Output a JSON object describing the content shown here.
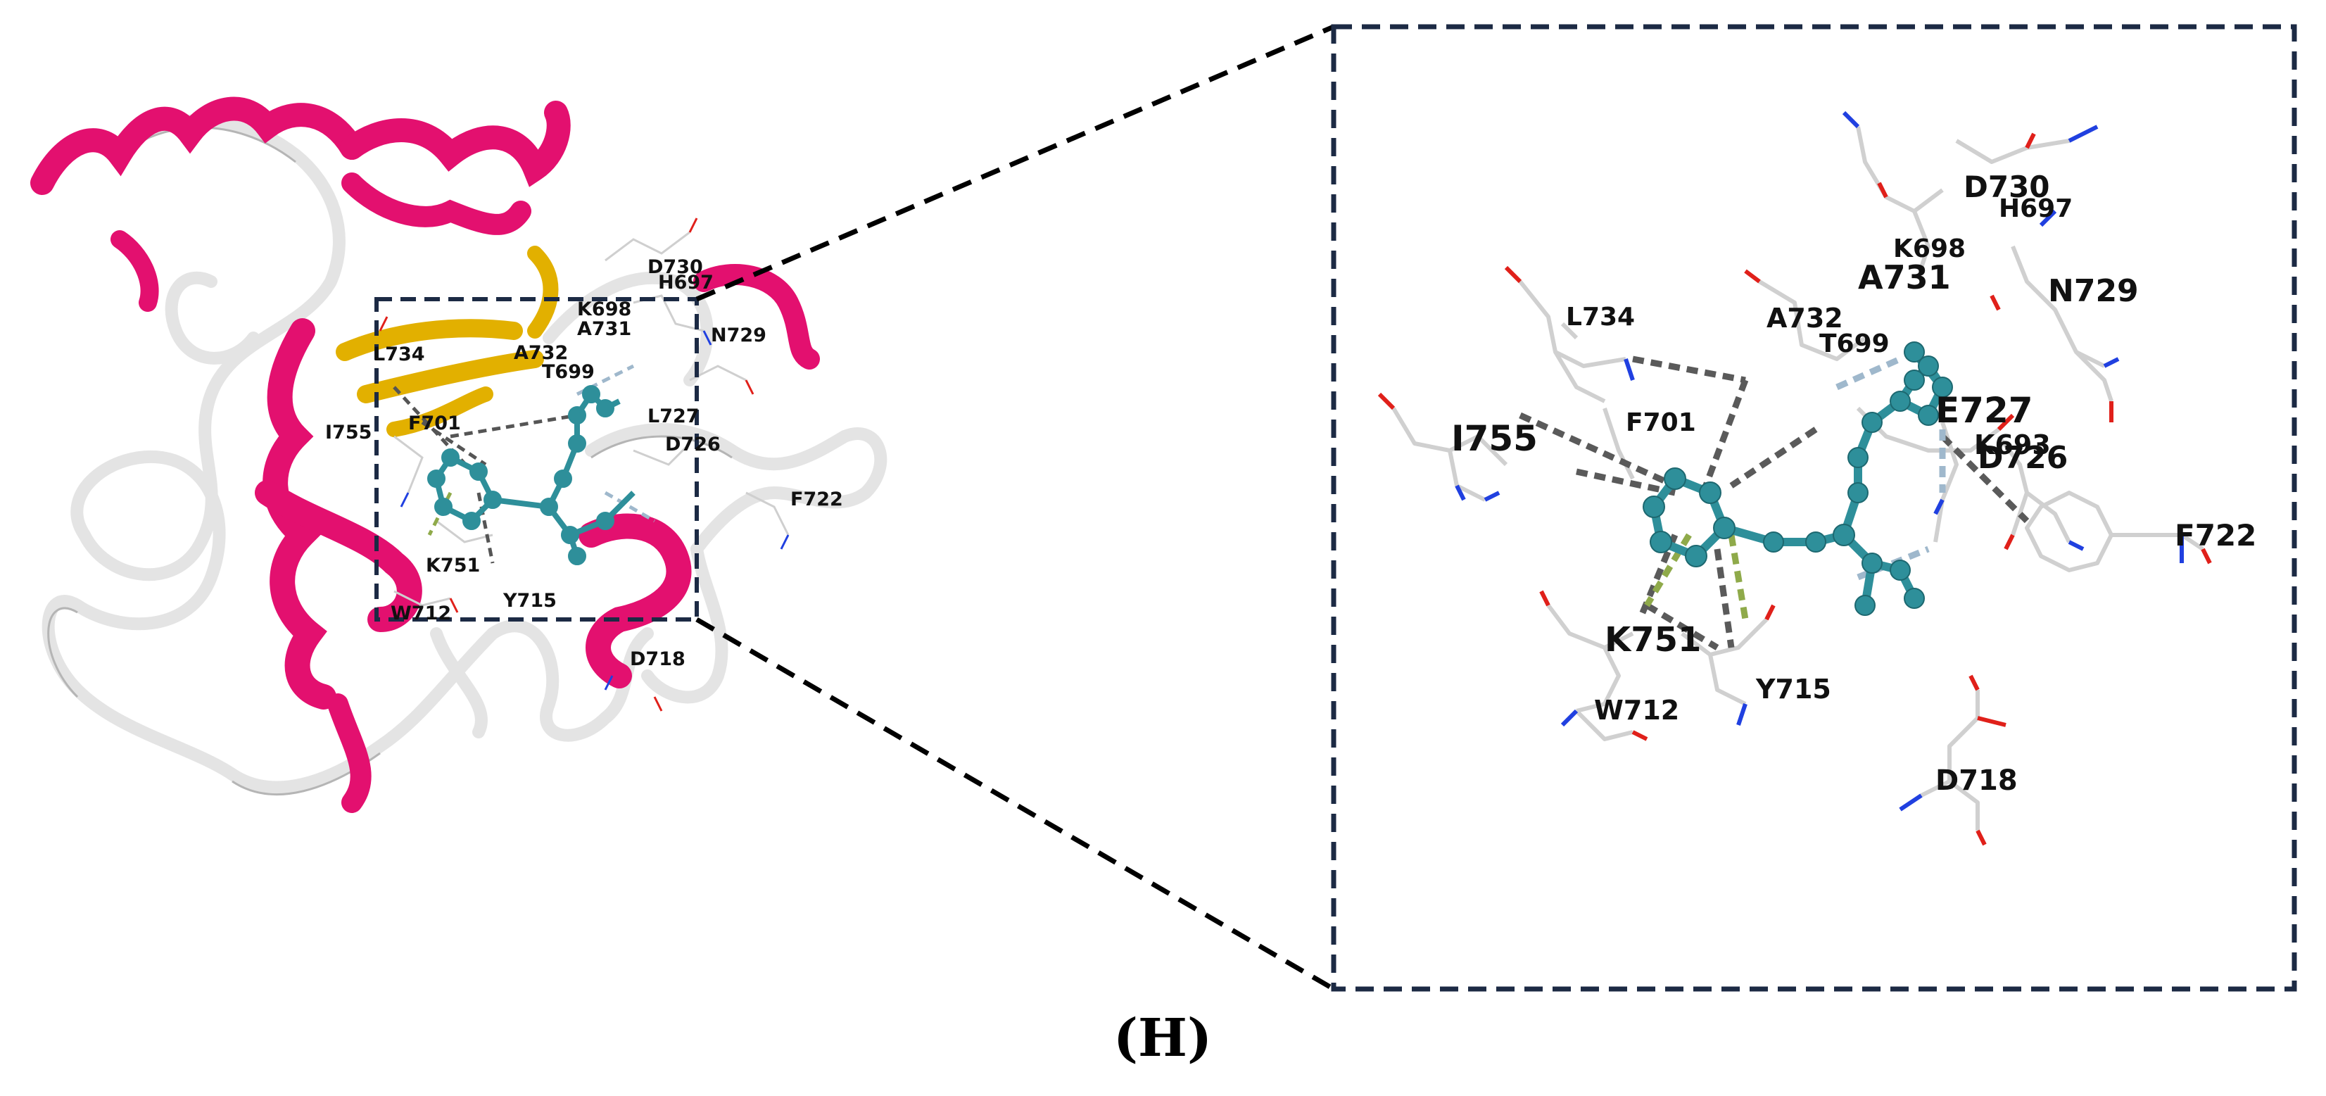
{
  "caption": "(H)",
  "colors": {
    "helix": "#e3106f",
    "sheet": "#e2b000",
    "coil": "#e6e6e6",
    "ligand": "#2e8f9a",
    "residue": "#cfcfcf",
    "oxygen": "#e0201a",
    "nitrogen": "#2040e0",
    "frame": "#1c2a44",
    "hydrophobic_contact": "#555555",
    "pi_contact": "#8faa4a",
    "hbond": "#9fb8cc"
  },
  "overview_labels": [
    "D730",
    "H697",
    "K698",
    "A731",
    "L734",
    "A732",
    "T699",
    "N729",
    "I755",
    "F701",
    "L727",
    "D726",
    "F722",
    "K751",
    "Y715",
    "W712",
    "D718"
  ],
  "zoom_labels": [
    "D730",
    "H697",
    "K698",
    "A731",
    "N729",
    "L734",
    "A732",
    "T699",
    "E727",
    "I755",
    "F701",
    "K693",
    "D726",
    "F722",
    "K751",
    "Y715",
    "W712",
    "D718"
  ]
}
